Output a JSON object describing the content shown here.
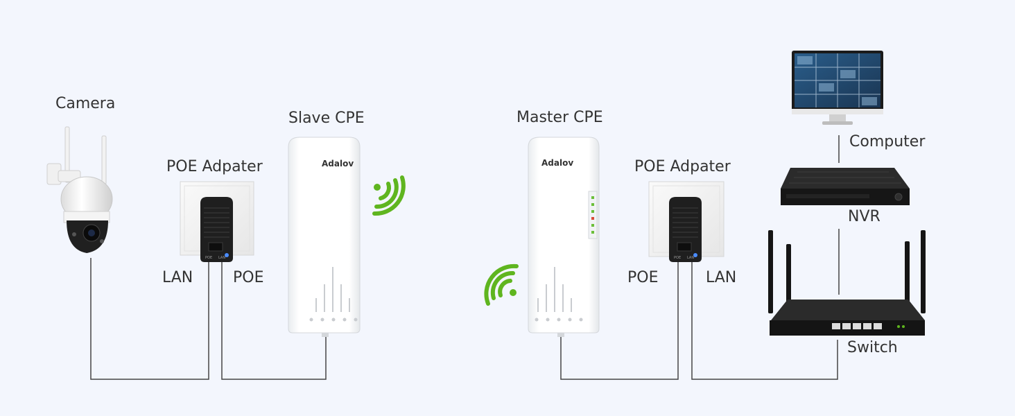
{
  "labels": {
    "camera": "Camera",
    "slave_cpe": "Slave CPE",
    "master_cpe": "Master CPE",
    "poe_adapter_left": "POE Adpater",
    "poe_adapter_right": "POE Adpater",
    "computer": "Computer",
    "nvr": "NVR",
    "switch": "Switch",
    "lan_left": "LAN",
    "poe_left": "POE",
    "poe_right": "POE",
    "lan_right": "LAN"
  },
  "brand": {
    "slave": "Adalov",
    "master": "Adalov"
  },
  "adapter_ports": {
    "left_poe": "POE",
    "left_lan": "LAN",
    "right_poe": "POE",
    "right_lan": "LAN"
  },
  "colors": {
    "background": "#f3f6fd",
    "wire": "#444444",
    "wifi": "#5fb51f",
    "device_white": "#ffffff",
    "device_dark": "#1f1f1f"
  },
  "icons": [
    "camera-icon",
    "poe-adapter-icon",
    "cpe-icon",
    "wifi-signal-icon",
    "monitor-icon",
    "nvr-icon",
    "switch-router-icon"
  ]
}
